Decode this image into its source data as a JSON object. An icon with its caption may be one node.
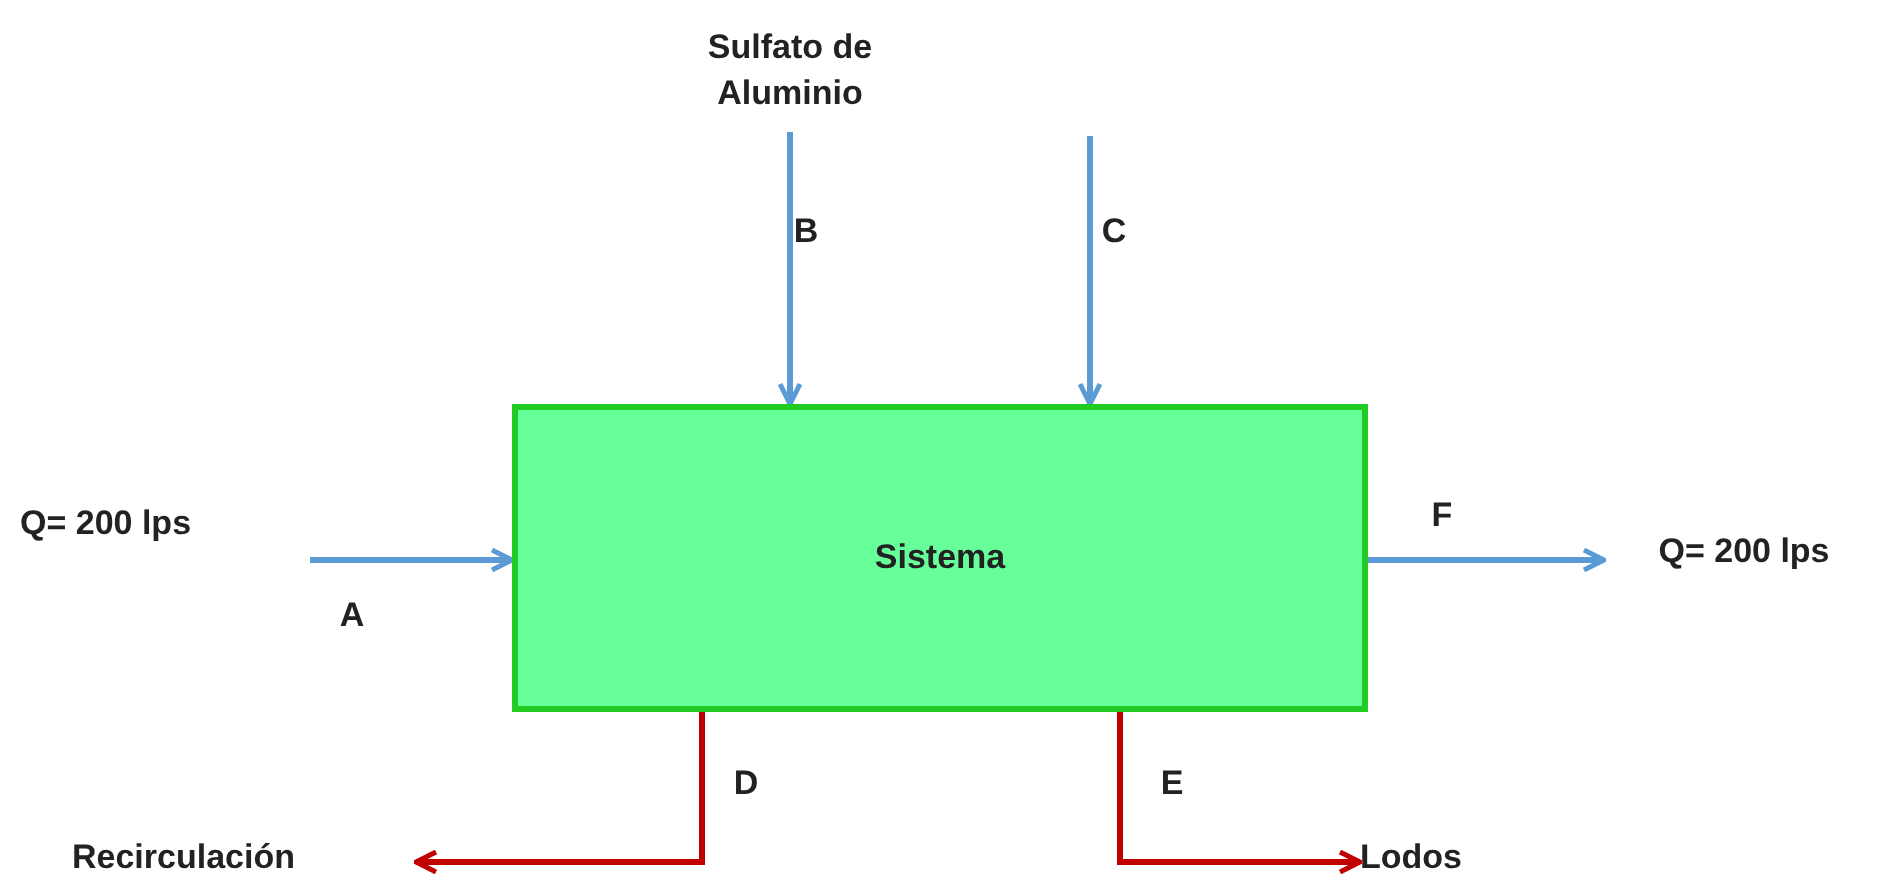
{
  "diagram": {
    "nodes": [
      {
        "text": [
          "Sulfato de Aluminio"
        ]
      },
      {
        "text": [
          "Q= 200 lps"
        ]
      },
      {
        "text": [
          "Sistema"
        ]
      },
      {
        "text": [
          "Q= 200 lps"
        ]
      },
      {
        "text": [
          "Recirculación"
        ]
      },
      {
        "text": [
          "Lodos"
        ]
      }
    ],
    "edges": [
      {
        "from": 1,
        "to": 2,
        "arrow": "to",
        "label": "A"
      },
      {
        "from": 0,
        "to": 2,
        "arrow": "to",
        "label": "B"
      },
      {
        "from": null,
        "to": 2,
        "arrow": "to",
        "label": "C"
      },
      {
        "from": 2,
        "to": 4,
        "arrow": "to",
        "label": "D",
        "color": "#c00000"
      },
      {
        "from": 2,
        "to": 5,
        "arrow": "to",
        "label": "E",
        "color": "#c00000"
      },
      {
        "from": 2,
        "to": 3,
        "arrow": "to",
        "label": "F"
      }
    ]
  }
}
